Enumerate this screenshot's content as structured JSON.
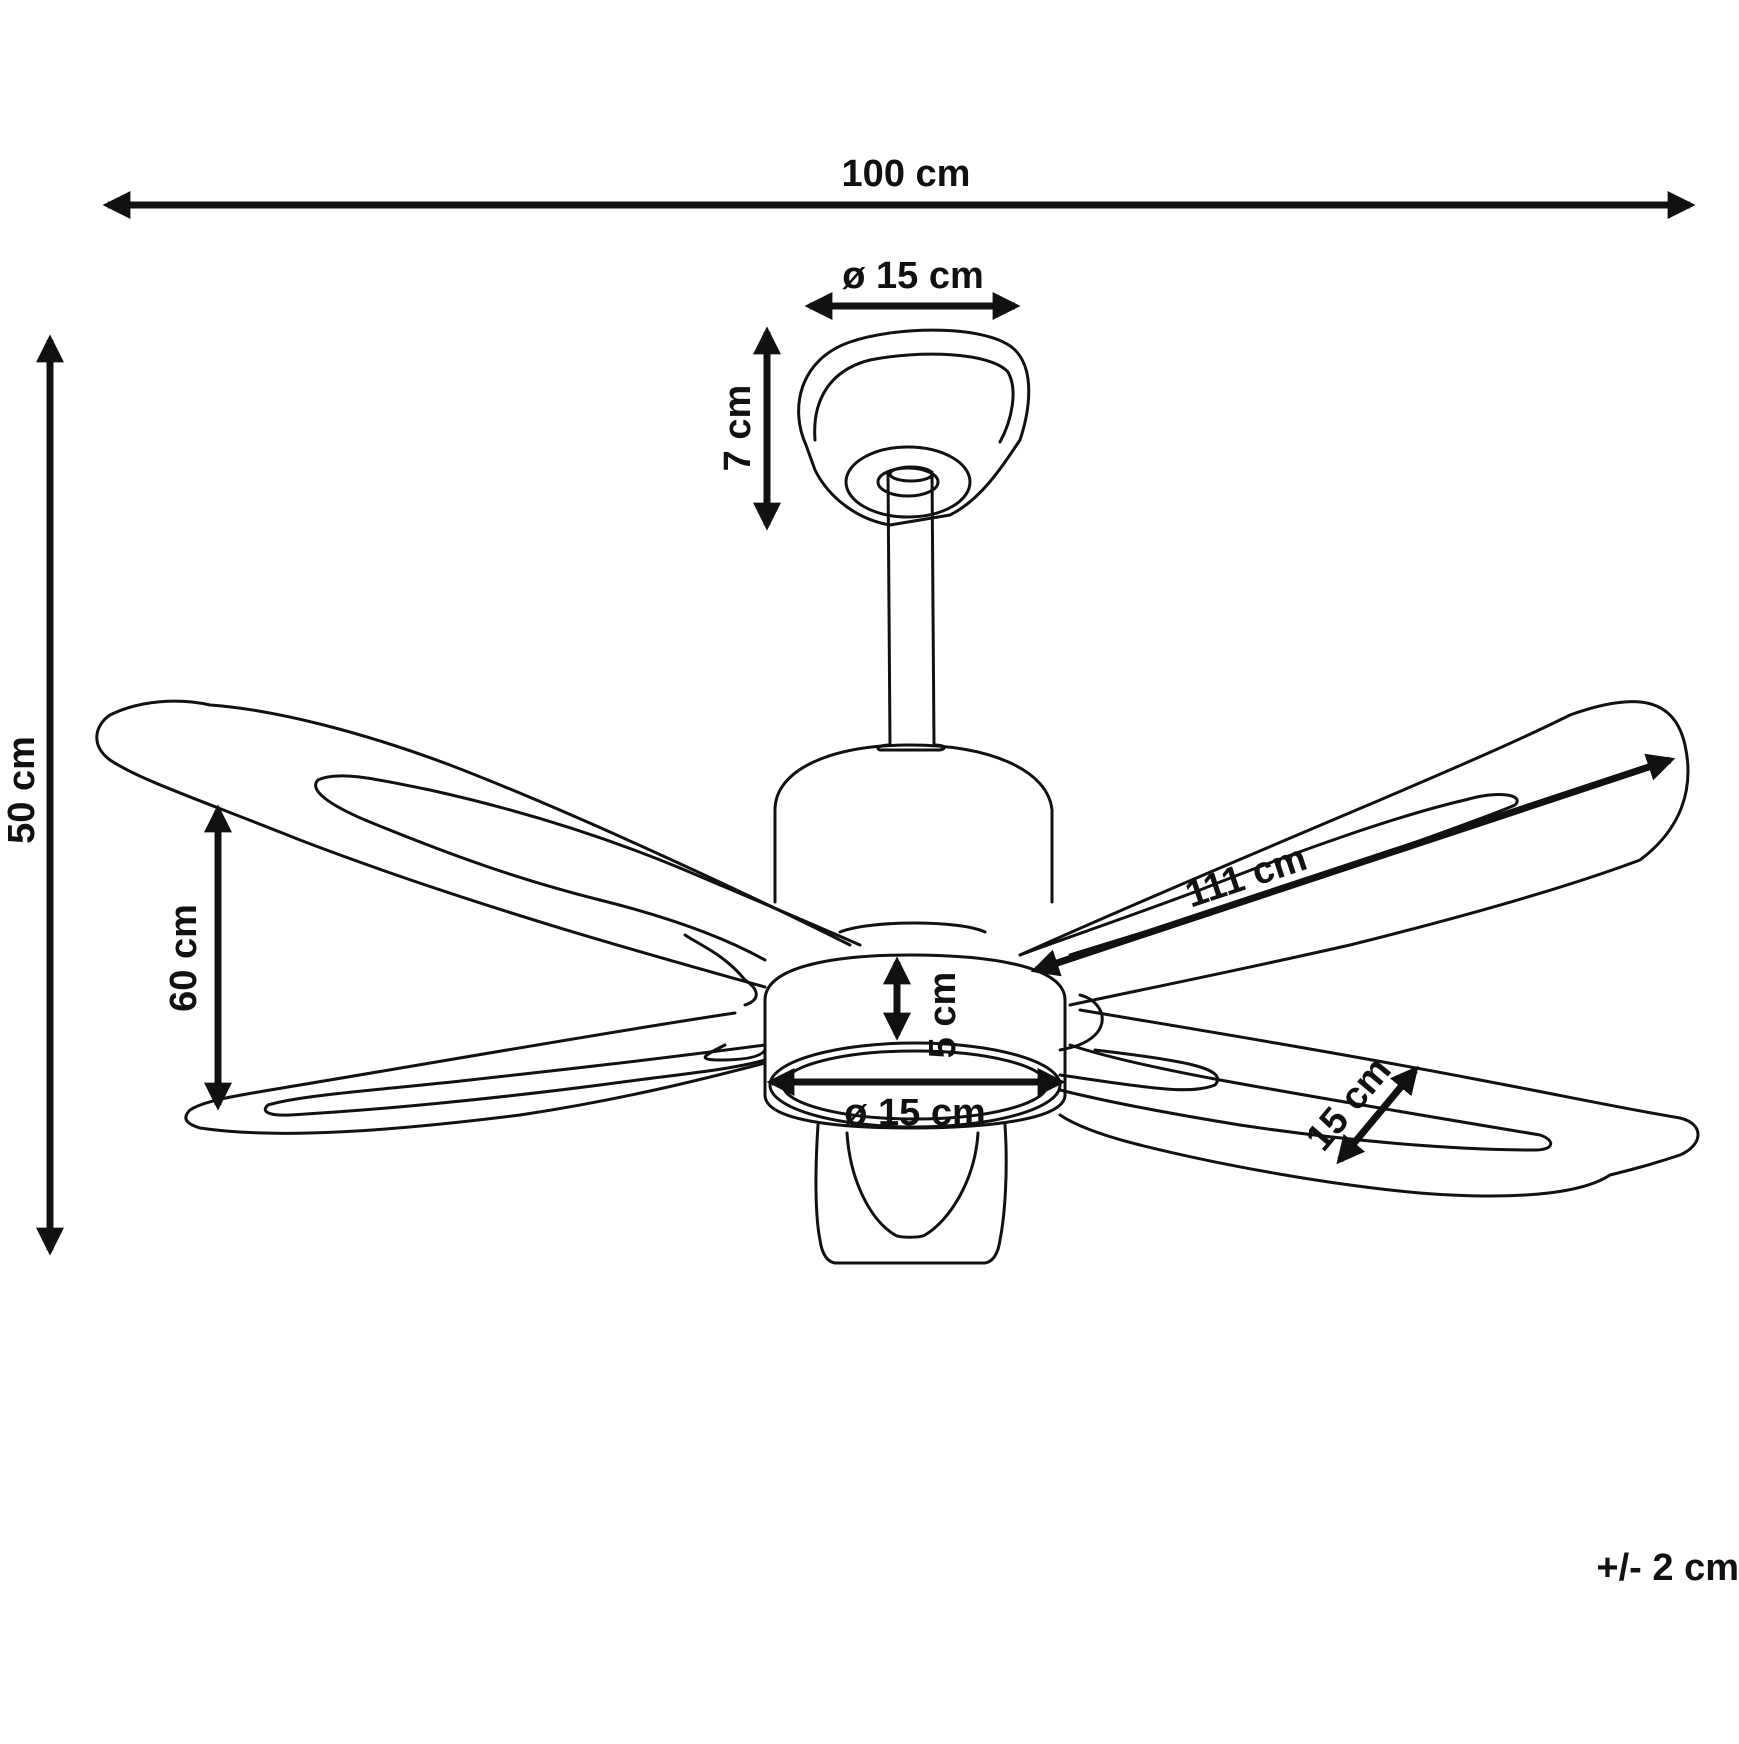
{
  "dimensions": {
    "overall_width": "100 cm",
    "overall_height": "50 cm",
    "canopy_diameter": "ø 15 cm",
    "canopy_height": "7 cm",
    "blade_span": "111 cm",
    "blade_width": "15 cm",
    "motor_height": "5 cm",
    "motor_diameter": "ø 15 cm",
    "blade_drop": "60 cm"
  },
  "tolerance": "+/- 2 cm"
}
